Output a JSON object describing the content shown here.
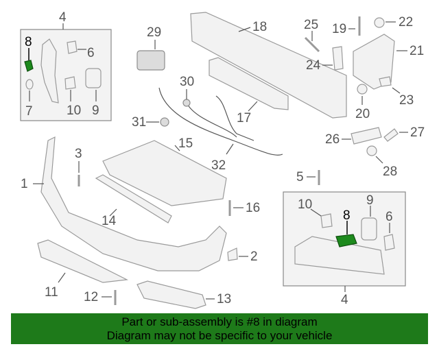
{
  "diagram": {
    "callouts": {
      "c1": "1",
      "c2": "2",
      "c3": "3",
      "c4_top": "4",
      "c4_bottom": "4",
      "c5": "5",
      "c6_top": "6",
      "c6_bottom": "6",
      "c7": "7",
      "c8_top": "8",
      "c8_bottom": "8",
      "c9_top": "9",
      "c9_bottom": "9",
      "c10_top": "10",
      "c10_bottom": "10",
      "c11": "11",
      "c12": "12",
      "c13": "13",
      "c14": "14",
      "c15": "15",
      "c16": "16",
      "c17": "17",
      "c18": "18",
      "c19": "19",
      "c20": "20",
      "c21": "21",
      "c22": "22",
      "c23": "23",
      "c24": "24",
      "c25": "25",
      "c26": "26",
      "c27": "27",
      "c28": "28",
      "c29": "29",
      "c30": "30",
      "c31": "31",
      "c32": "32"
    },
    "highlight_color": "#1d8a1d"
  },
  "banner": {
    "line1": "Part or sub-assembly is #8 in diagram",
    "line2": "Diagram may not be specific to your vehicle",
    "background": "#1e7a1a"
  }
}
